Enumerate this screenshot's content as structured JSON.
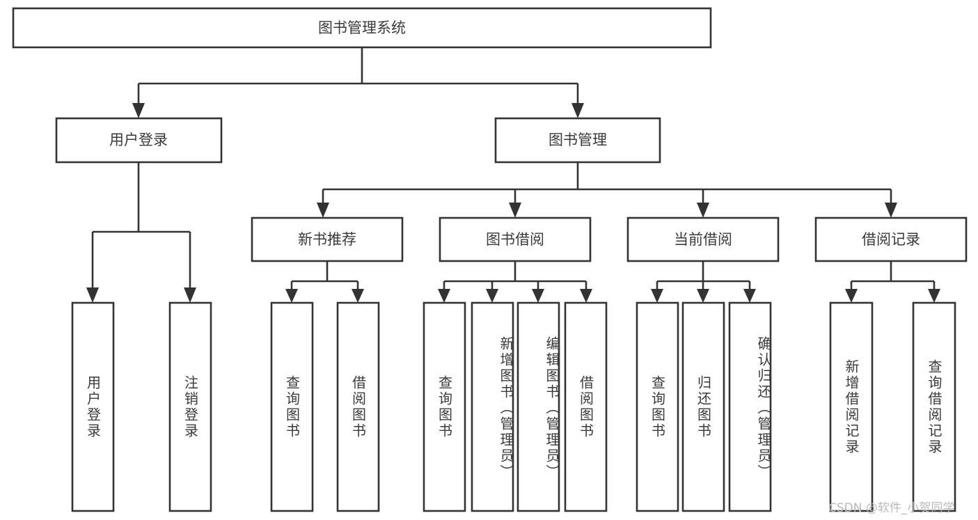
{
  "diagram": {
    "title": "图书管理系统",
    "type": "hierarchy-tree",
    "root": {
      "id": "root",
      "label": "图书管理系统",
      "orientation": "horizontal"
    },
    "level2": [
      {
        "id": "user-login",
        "label": "用户登录",
        "orientation": "horizontal"
      },
      {
        "id": "book-manage",
        "label": "图书管理",
        "orientation": "horizontal"
      }
    ],
    "level3": [
      {
        "id": "new-book-rec",
        "label": "新书推荐",
        "orientation": "horizontal"
      },
      {
        "id": "book-borrow",
        "label": "图书借阅",
        "orientation": "horizontal"
      },
      {
        "id": "current-borrow",
        "label": "当前借阅",
        "orientation": "horizontal"
      },
      {
        "id": "borrow-record",
        "label": "借阅记录",
        "orientation": "horizontal"
      }
    ],
    "leaves": {
      "user-login": [
        {
          "id": "leaf-user-login",
          "label": "用户登录",
          "orientation": "vertical"
        },
        {
          "id": "leaf-logout",
          "label": "注销登录",
          "orientation": "vertical"
        }
      ],
      "new-book-rec": [
        {
          "id": "leaf-query-book-1",
          "label": "查询图书",
          "orientation": "vertical"
        },
        {
          "id": "leaf-borrow-book-1",
          "label": "借阅图书",
          "orientation": "vertical"
        }
      ],
      "book-borrow": [
        {
          "id": "leaf-query-book-2",
          "label": "查询图书",
          "orientation": "vertical"
        },
        {
          "id": "leaf-add-book",
          "label": "新增图书（管理员）",
          "orientation": "vertical"
        },
        {
          "id": "leaf-edit-book",
          "label": "编辑图书（管理员）",
          "orientation": "vertical"
        },
        {
          "id": "leaf-borrow-book-2",
          "label": "借阅图书",
          "orientation": "vertical"
        }
      ],
      "current-borrow": [
        {
          "id": "leaf-query-book-3",
          "label": "查询图书",
          "orientation": "vertical"
        },
        {
          "id": "leaf-return-book",
          "label": "归还图书",
          "orientation": "vertical"
        },
        {
          "id": "leaf-confirm-return",
          "label": "确认归还（管理员）",
          "orientation": "vertical"
        }
      ],
      "borrow-record": [
        {
          "id": "leaf-add-record",
          "label": "新增借阅记录",
          "orientation": "vertical"
        },
        {
          "id": "leaf-query-record",
          "label": "查询借阅记录",
          "orientation": "vertical"
        }
      ]
    },
    "colors": {
      "stroke": "#333333",
      "fill": "#ffffff",
      "text": "#3a3a3a",
      "watermark": "#b9b9b9"
    }
  },
  "watermark": {
    "text": "CSDN @软件_小贺同学"
  }
}
